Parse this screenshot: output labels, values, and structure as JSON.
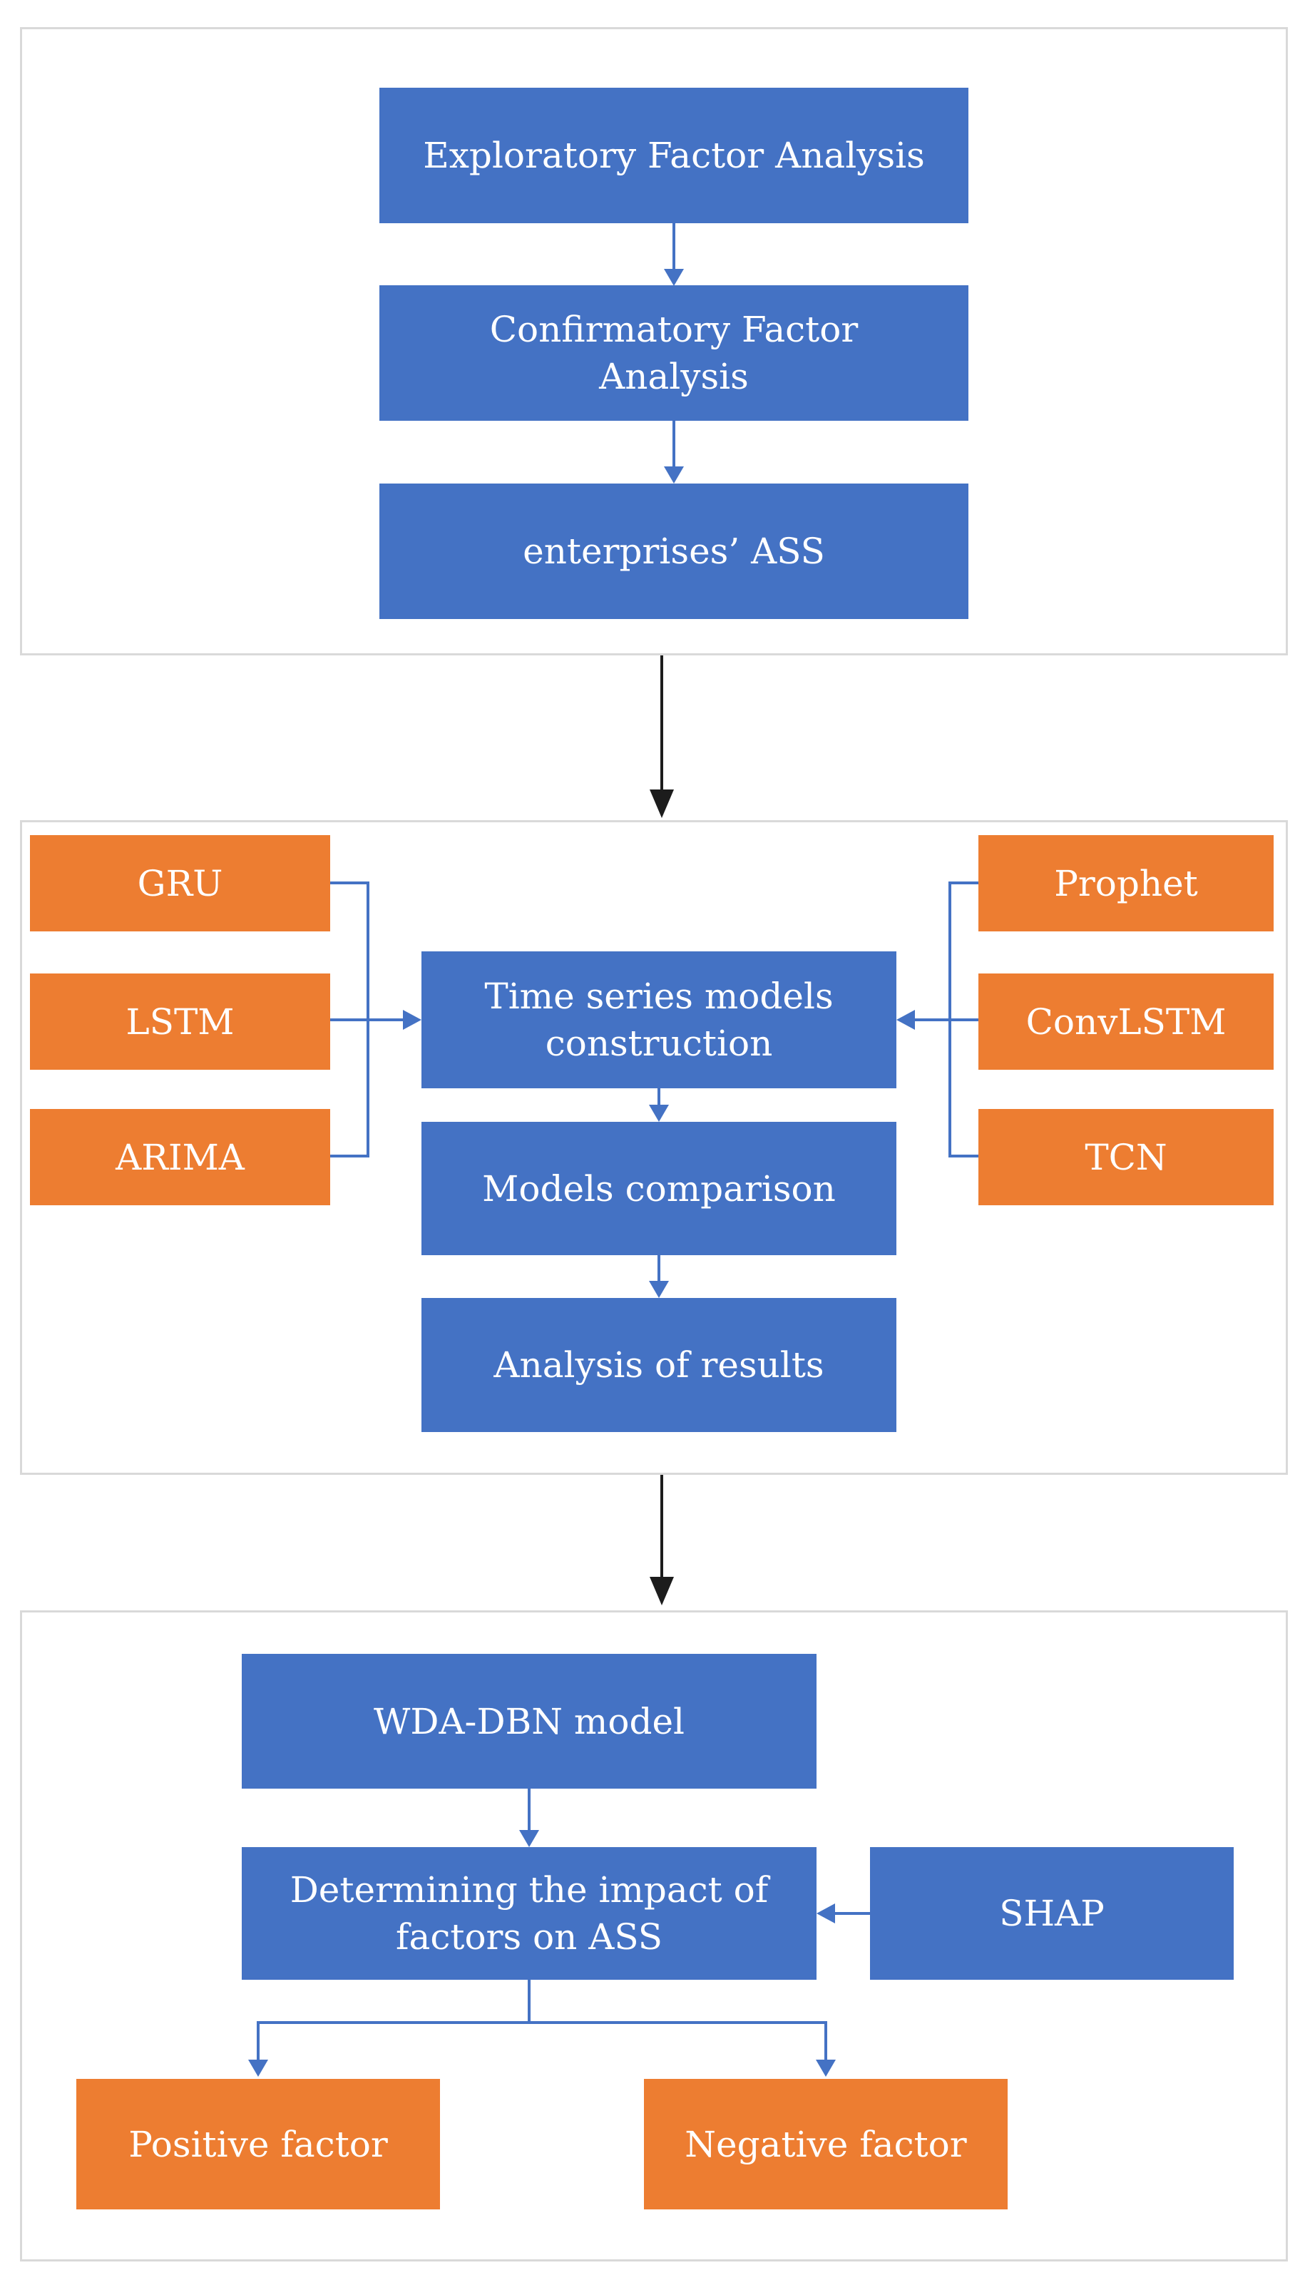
{
  "title": "Research framework flowchart",
  "colors": {
    "blue": "#4472C4",
    "orange": "#ED7D31",
    "border": "#D9D9D9",
    "black": "#1C1C1C",
    "text": "#FFFFFF"
  },
  "sections": {
    "factor_analysis": {
      "steps": [
        {
          "label": "Exploratory Factor Analysis"
        },
        {
          "label": "Confirmatory Factor Analysis"
        },
        {
          "label": "enterprises’ ASS"
        }
      ]
    },
    "time_series": {
      "left_models": [
        {
          "label": "GRU"
        },
        {
          "label": "LSTM"
        },
        {
          "label": "ARIMA"
        }
      ],
      "right_models": [
        {
          "label": "Prophet"
        },
        {
          "label": "ConvLSTM"
        },
        {
          "label": "TCN"
        }
      ],
      "steps": [
        {
          "label": "Time series models construction"
        },
        {
          "label": "Models comparison"
        },
        {
          "label": "Analysis of results"
        }
      ]
    },
    "impact_analysis": {
      "steps": [
        {
          "label": "WDA-DBN model"
        },
        {
          "label": "Determining the impact of factors on ASS"
        }
      ],
      "method": {
        "label": "SHAP"
      },
      "outcomes": [
        {
          "label": "Positive factor"
        },
        {
          "label": "Negative factor"
        }
      ]
    }
  }
}
